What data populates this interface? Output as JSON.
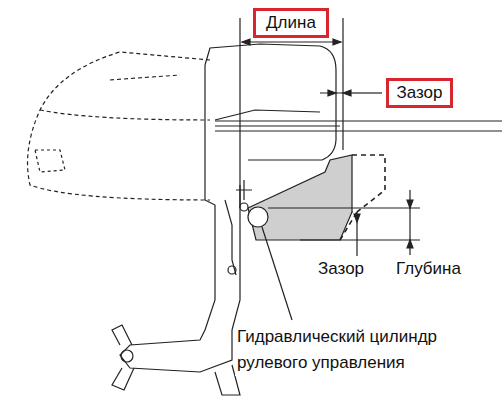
{
  "diagram": {
    "nodes": [
      {
        "text": [
          "Длина"
        ]
      },
      {
        "text": [
          "Зазор"
        ]
      }
    ],
    "labels": [
      "Зазор",
      "Глубина",
      "Гидравлический цилиндр рулевого управления"
    ]
  }
}
